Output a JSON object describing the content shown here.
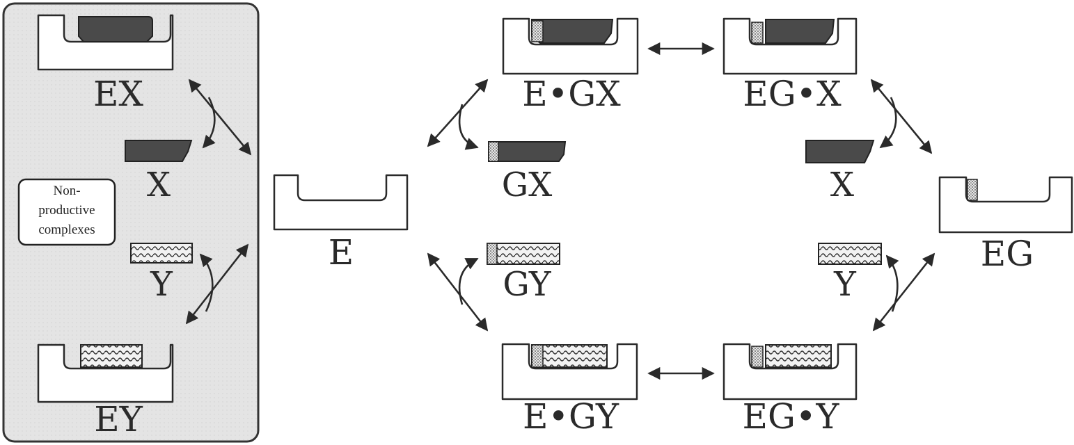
{
  "labels": {
    "EX": "EX",
    "X_left": "X",
    "Y_left": "Y",
    "EY": "EY",
    "E": "E",
    "E_GX": "E•GX",
    "GX": "GX",
    "GY": "GY",
    "E_GY": "E•GY",
    "EG_X": "EG•X",
    "X_right": "X",
    "Y_right": "Y",
    "EG_Y": "EG•Y",
    "EG": "EG"
  },
  "callout": {
    "line1": "Non-",
    "line2": "productive",
    "line3": "complexes"
  },
  "colors": {
    "panel_fill": "#e6e6e6",
    "substrate_X": "#4a4a4a",
    "outline": "#2a2a2a"
  }
}
